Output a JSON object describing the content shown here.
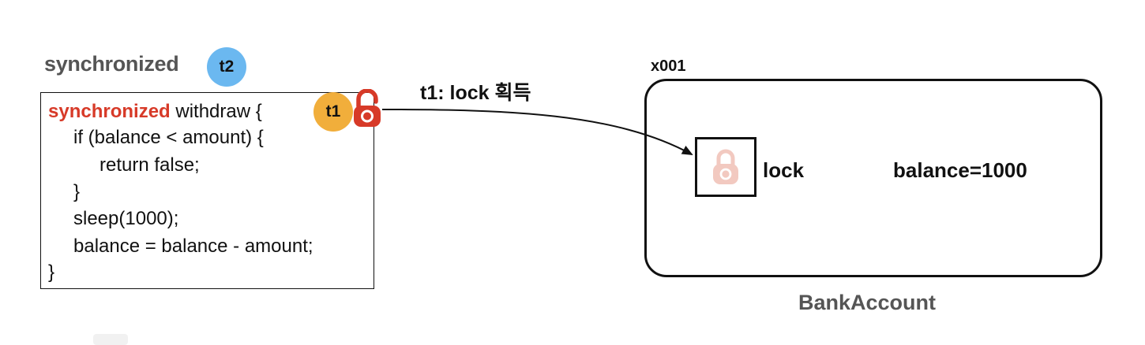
{
  "heading": {
    "text": "synchronized"
  },
  "badges": {
    "waiting": {
      "label": "t2",
      "color": "#6bb8f0"
    },
    "holder": {
      "label": "t1",
      "color": "#f1ae3b"
    }
  },
  "code": {
    "keyword": "synchronized",
    "lines": [
      " withdraw {",
      "if (balance < amount) {",
      "return false;",
      "}",
      "sleep(1000);",
      "balance = balance - amount;",
      "}"
    ]
  },
  "arrow": {
    "label": "t1: lock 획득"
  },
  "object": {
    "address": "x001",
    "lock_label": "lock",
    "field": "balance=1000",
    "class_name": "BankAccount"
  },
  "colors": {
    "keyword": "#d73a28",
    "lock_held": "#d73a28",
    "lock_faded": "#f2c9c0"
  },
  "icons": {
    "held_lock": "padlock-open-icon",
    "object_lock": "padlock-icon"
  }
}
